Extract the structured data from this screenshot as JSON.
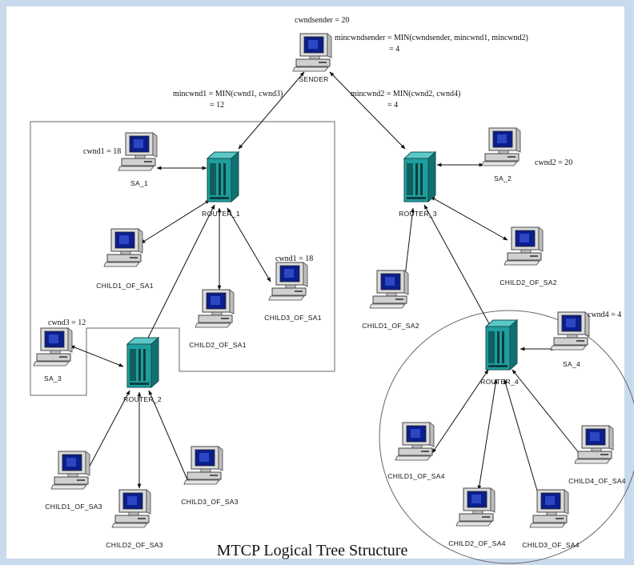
{
  "title": "MTCP Logical Tree Structure",
  "colors": {
    "border": "#c9d9ee",
    "monitor_screen": "#0b1e8c",
    "router": "#1f9e9e",
    "region_line": "#666666"
  },
  "nodes": {
    "sender": "SENDER",
    "router_1": "ROUTER_1",
    "router_2": "ROUTER_2",
    "router_3": "ROUTER_3",
    "router_4": "ROUTER_4",
    "sa_1": "SA_1",
    "sa_2": "SA_2",
    "sa_3": "SA_3",
    "sa_4": "SA_4",
    "child1_sa1": "CHILD1_OF_SA1",
    "child2_sa1": "CHILD2_OF_SA1",
    "child3_sa1": "CHILD3_OF_SA1",
    "child1_sa2": "CHILD1_OF_SA2",
    "child2_sa2": "CHILD2_OF_SA2",
    "child1_sa3": "CHILD1_OF_SA3",
    "child2_sa3": "CHILD2_OF_SA3",
    "child3_sa3": "CHILD3_OF_SA3",
    "child1_sa4": "CHILD1_OF_SA4",
    "child2_sa4": "CHILD2_OF_SA4",
    "child3_sa4": "CHILD3_OF_SA4",
    "child4_sa4": "CHILD4_OF_SA4"
  },
  "annotations": {
    "cwndsender": "cwndsender = 20",
    "mincwndsender_1": "mincwndsender = MIN(cwndsender, mincwnd1, mincwnd2)",
    "mincwndsender_2": "= 4",
    "mincwnd1_1": "mincwnd1 = MIN(cwnd1, cwnd3)",
    "mincwnd1_2": "= 12",
    "mincwnd2_1": "mincwnd2 = MIN(cwnd2, cwnd4)",
    "mincwnd2_2": "= 4",
    "cwnd1": "cwnd1 = 18",
    "cwnd1_child3": "cwnd1 = 18",
    "cwnd2": "cwnd2 = 20",
    "cwnd3": "cwnd3 = 12",
    "cwnd4": "cwnd4 = 4"
  }
}
